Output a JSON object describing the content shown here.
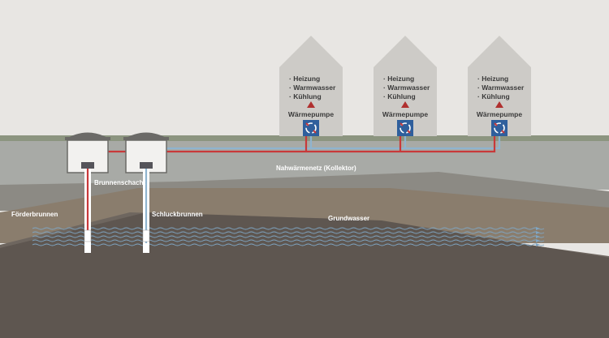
{
  "labels": {
    "well_shaft": "Brunnenschacht",
    "supply_well": "Förderbrunnen",
    "injection_well": "Schluckbrunnen",
    "collector": "Nahwärmenetz (Kollektor)",
    "groundwater": "Grundwasser"
  },
  "houses": [
    {
      "items": [
        "· Heizung",
        "· Warmwasser",
        "· Kühlung"
      ],
      "heat_pump": "Wärmepumpe"
    },
    {
      "items": [
        "· Heizung",
        "· Warmwasser",
        "· Kühlung"
      ],
      "heat_pump": "Wärmepumpe"
    },
    {
      "items": [
        "· Heizung",
        "· Warmwasser",
        "· Kühlung"
      ],
      "heat_pump": "Wärmepumpe"
    }
  ],
  "colors": {
    "sky": "#e8e6e3",
    "grass": "#8c9580",
    "soil_top": "#a8aaa6",
    "soil_mid": "#8c8a84",
    "soil_brown": "#8a7d6d",
    "soil_dark": "#5e5650",
    "water_wave": "#7fa6c4",
    "house": "#cdcbc7",
    "pipe_hot": "#c8393a",
    "pipe_cold": "#8fb4cf",
    "heat_pump": "#2f5f9c"
  }
}
